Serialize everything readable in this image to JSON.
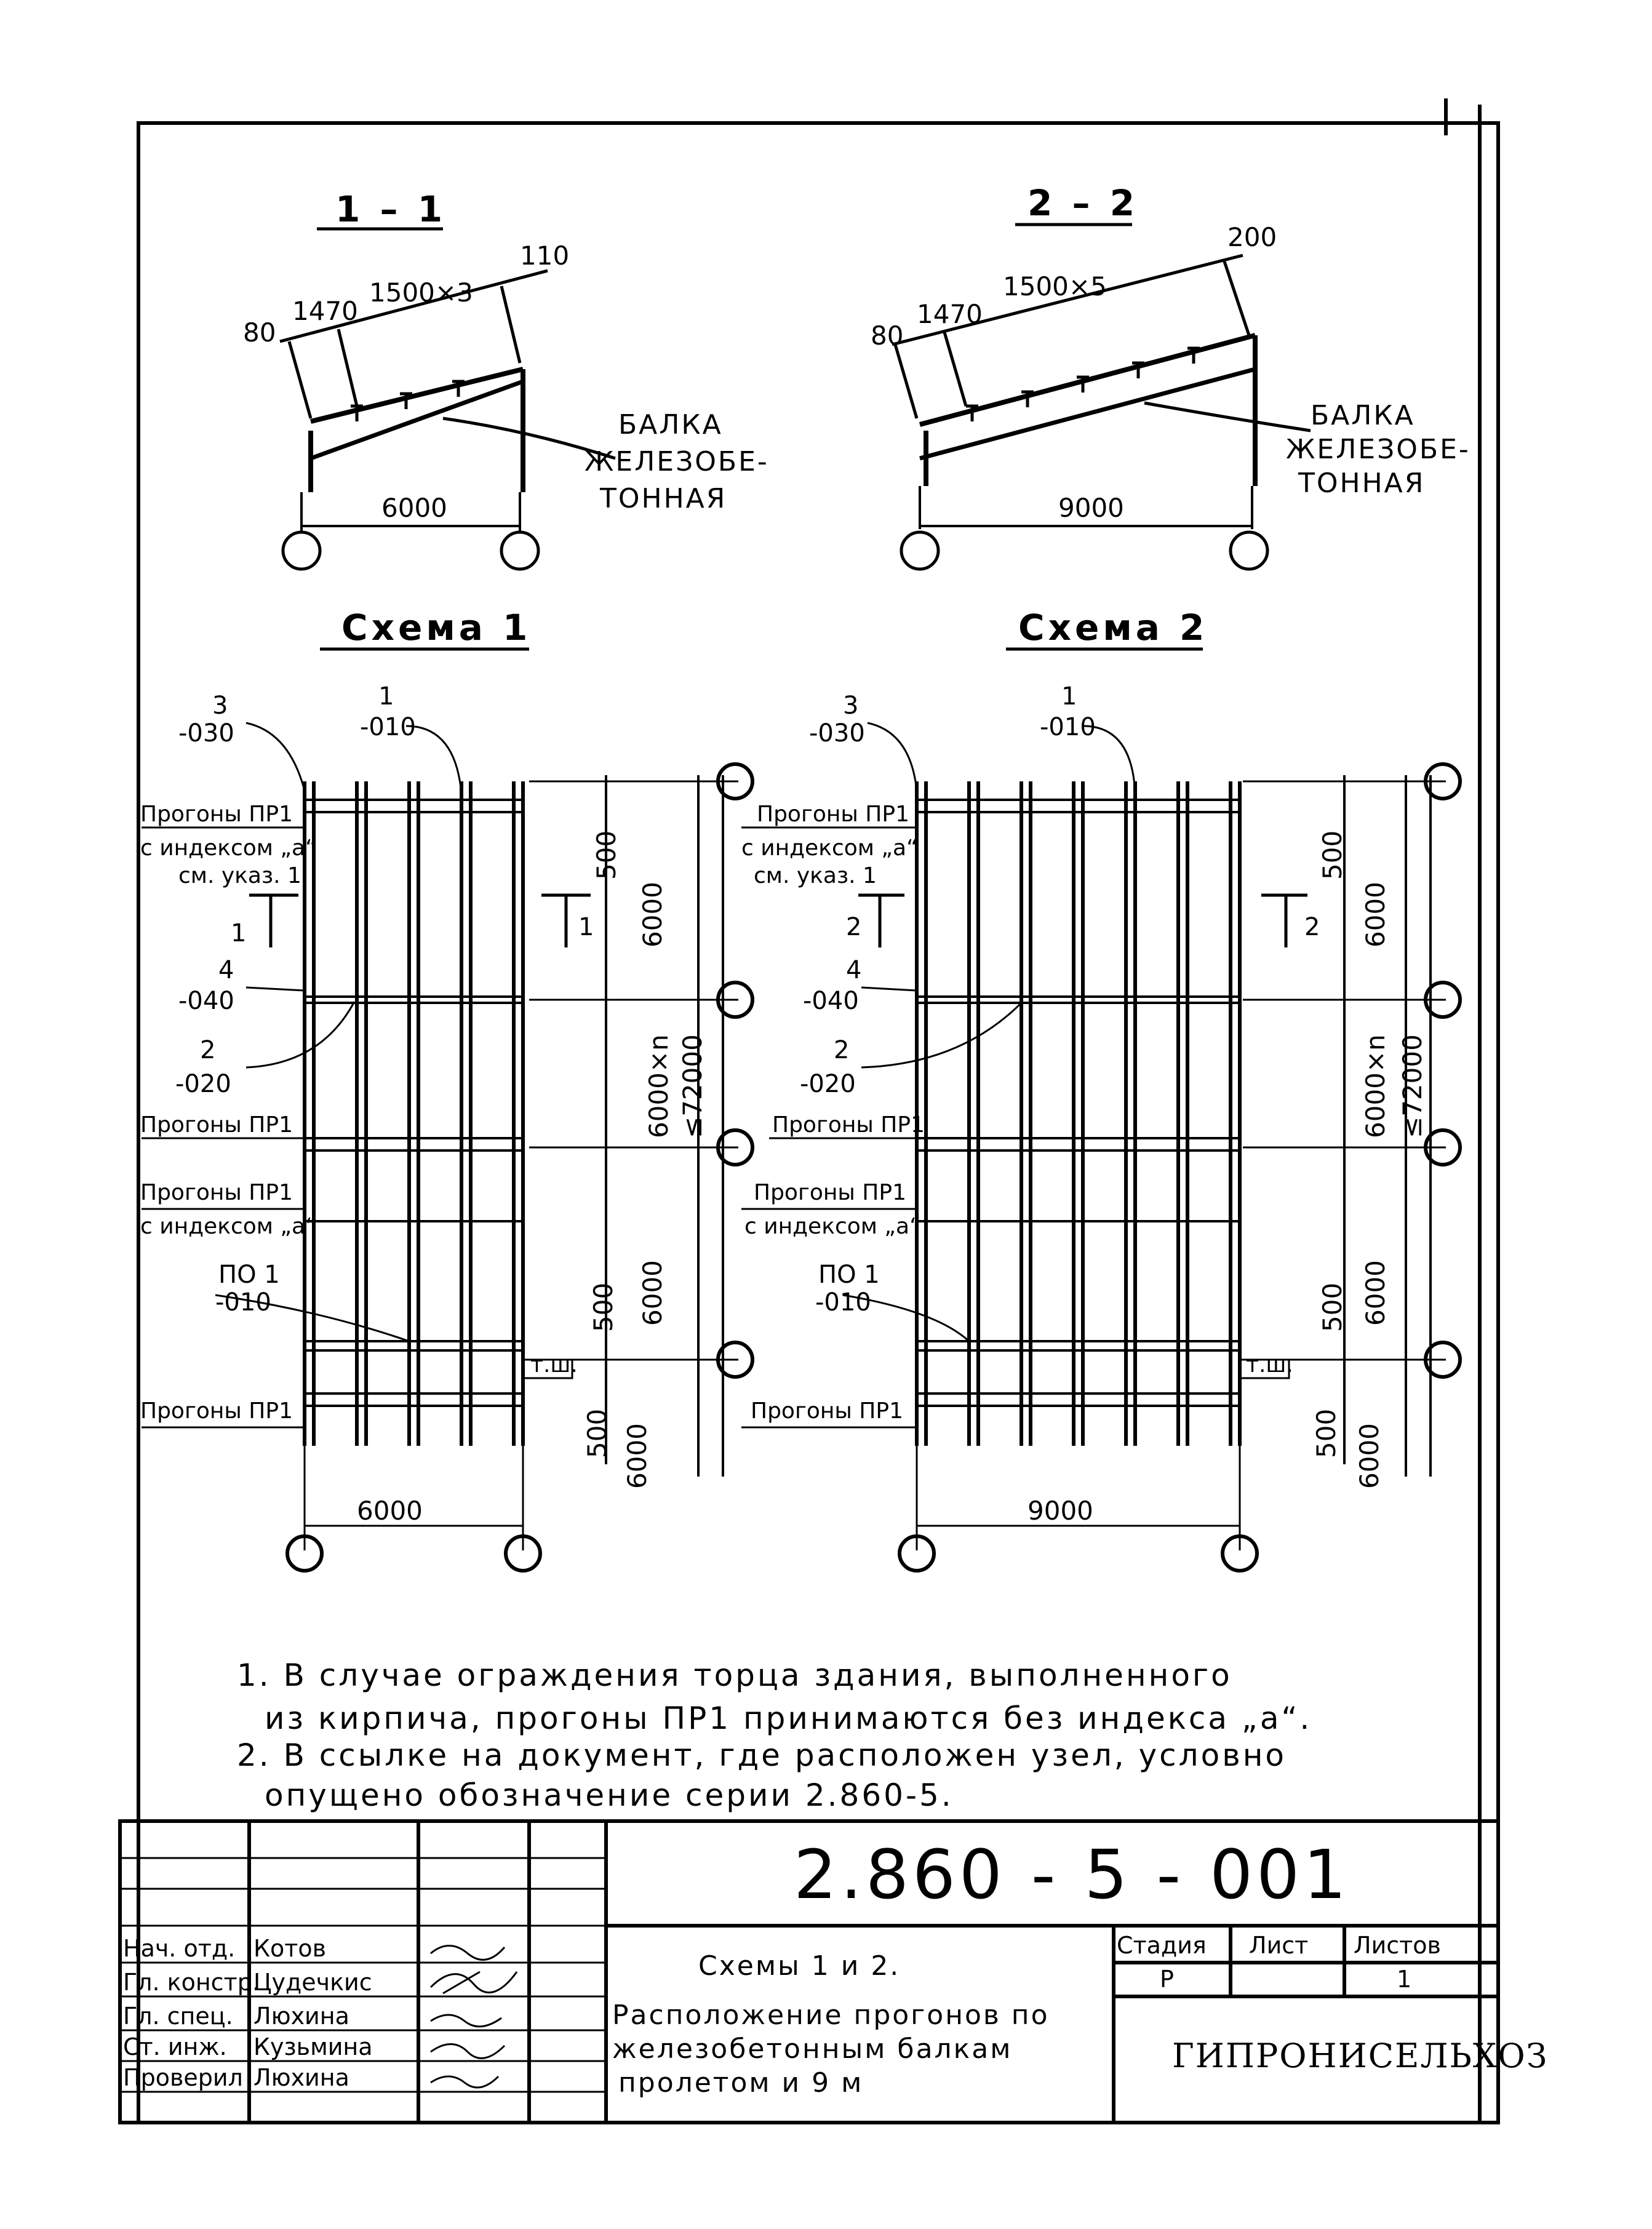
{
  "sections": {
    "s1": {
      "title": "1 – 1",
      "dim_edge_left": "80",
      "dim_first": "1470",
      "dim_steps": "1500×3",
      "dim_edge_right": "110",
      "span": "6000",
      "beam_label_1": "БАЛКА",
      "beam_label_2": "ЖЕЛЕЗОБЕ-",
      "beam_label_3": "ТОННАЯ"
    },
    "s2": {
      "title": "2 – 2",
      "dim_edge_left": "80",
      "dim_first": "1470",
      "dim_steps": "1500×5",
      "dim_edge_right": "200",
      "span": "9000",
      "beam_label_1": "БАЛКА",
      "beam_label_2": "ЖЕЛЕЗОБЕ-",
      "beam_label_3": "ТОННАЯ"
    }
  },
  "schemes": {
    "scheme1": {
      "title": "Схема 1",
      "ref_a_num": "3",
      "ref_a_den": "-030",
      "ref_b_num": "1",
      "ref_b_den": "-010",
      "purlins_a_1": "Прогоны ПР1",
      "purlins_a_2": "с индексом „а“",
      "purlins_a_3": "см. указ. 1",
      "cut_left": "1",
      "cut_right": "1",
      "ref_c_num": "4",
      "ref_c_den": "-040",
      "ref_d_num": "2",
      "ref_d_den": "-020",
      "purlins_b": "Прогоны ПР1",
      "purlins_c_1": "Прогоны ПР1",
      "purlins_c_2": "с индексом „а“",
      "ref_e_num": "ПО 1",
      "ref_e_den": "-010",
      "purlins_d": "Прогоны ПР1",
      "dim_500_top": "500",
      "dim_6000_top": "6000",
      "dim_6000n": "6000×n",
      "dim_total": "≤72000",
      "dim_6000_mid": "6000",
      "dim_500_mid": "500",
      "dim_500_bot": "500",
      "dim_6000_bot": "6000",
      "tsh": "т.ш.",
      "span": "6000"
    },
    "scheme2": {
      "title": "Схема 2",
      "ref_a_num": "3",
      "ref_a_den": "-030",
      "ref_b_num": "1",
      "ref_b_den": "-010",
      "purlins_a_1": "Прогоны ПР1",
      "purlins_a_2": "с индексом „а“",
      "purlins_a_3": "см. указ. 1",
      "cut_left": "2",
      "cut_right": "2",
      "ref_c_num": "4",
      "ref_c_den": "-040",
      "ref_d_num": "2",
      "ref_d_den": "-020",
      "purlins_b": "Прогоны ПР1",
      "purlins_c_1": "Прогоны ПР1",
      "purlins_c_2": "с индексом „а“",
      "ref_e_num": "ПО 1",
      "ref_e_den": "-010",
      "purlins_d": "Прогоны ПР1",
      "dim_500_top": "500",
      "dim_6000_top": "6000",
      "dim_6000n": "6000×n",
      "dim_total": "≤72000",
      "dim_6000_mid": "6000",
      "dim_500_mid": "500",
      "dim_500_bot": "500",
      "dim_6000_bot": "6000",
      "tsh": "т.ш.",
      "span": "9000"
    }
  },
  "notes": {
    "n1_l1": "1. В случае ограждения торца здания, выполненного",
    "n1_l2": "из кирпича, прогоны ПР1 принимаются без индекса „а“.",
    "n2_l1": "2. В ссылке на документ, где расположен узел, условно",
    "n2_l2": "опущено обозначение серии 2.860-5."
  },
  "title_block": {
    "code": "2.860 - 5 - 001",
    "name_1": "Схемы 1 и 2.",
    "name_2": "Расположение прогонов по",
    "name_3": "железобетонным балкам",
    "name_4": "пролетом     и 9 м",
    "stage_h": "Стадия",
    "sheet_h": "Лист",
    "sheets_h": "Листов",
    "stage_v": "Р",
    "sheets_v": "1",
    "org": "ГИПРОНИСЕЛЬХОЗ",
    "roles": [
      "Нач. отд.",
      "Гл. констр.",
      "Гл. спец.",
      "Ст. инж.",
      "Проверил"
    ],
    "names": [
      "Котов",
      "Цудечкис",
      "Люхина",
      "Кузьмина",
      "Люхина"
    ]
  }
}
